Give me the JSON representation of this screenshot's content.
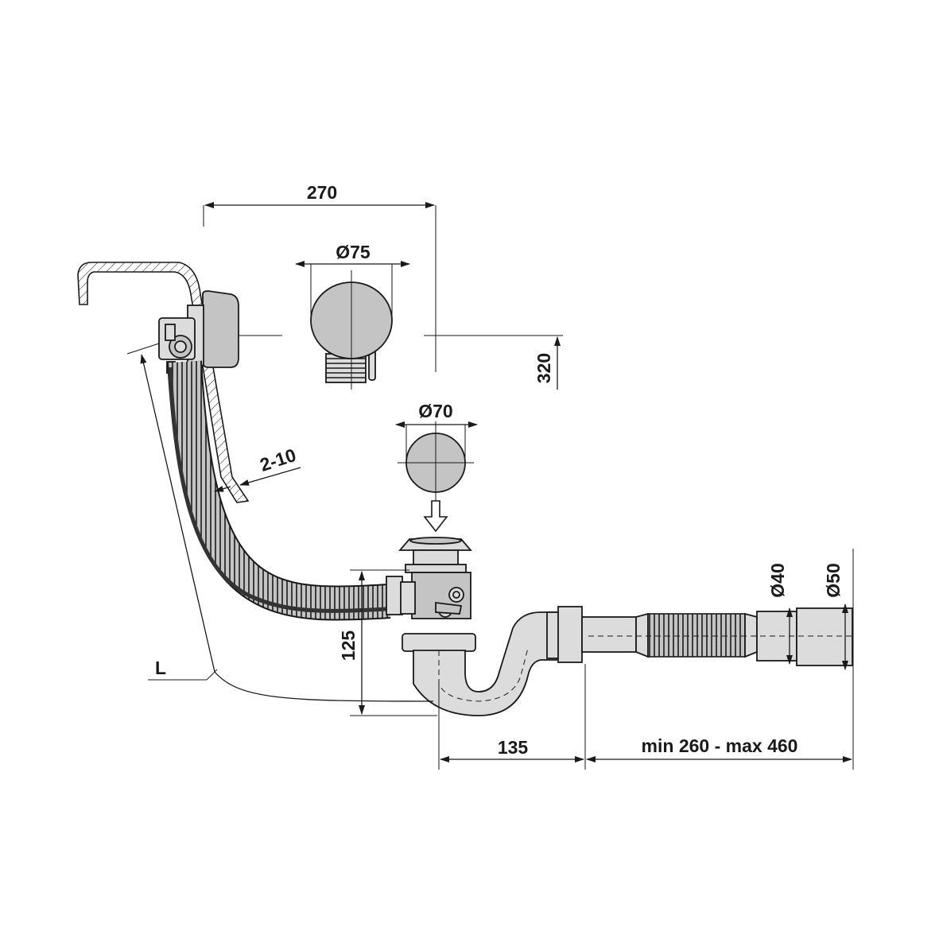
{
  "dimensions": {
    "overflow_offset": "270",
    "overflow_diameter": "Ø75",
    "overflow_height": "320",
    "plug_diameter": "Ø70",
    "bath_wall_thickness": "2-10",
    "cable_length": "L",
    "trap_height": "125",
    "trap_offset": "135",
    "extension_range": "min 260 - max 460",
    "outlet_diameter_small": "Ø40",
    "outlet_diameter_large": "Ø50"
  },
  "colors": {
    "line": "#1a1a1a",
    "part_fill": "#c4c4c4",
    "hose_dark": "#444444"
  }
}
